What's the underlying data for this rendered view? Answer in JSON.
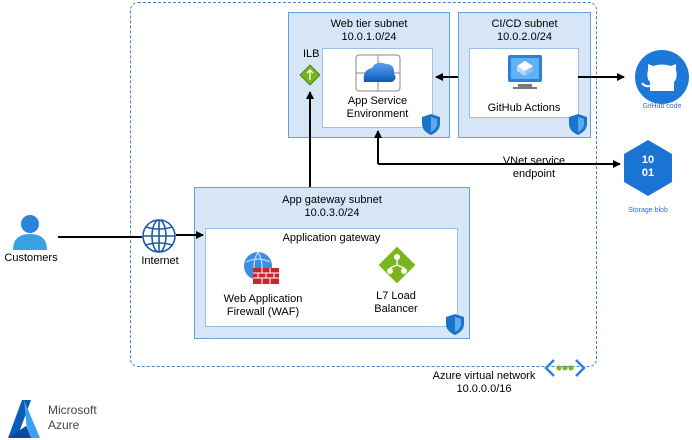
{
  "vnet": {
    "name": "Azure virtual network",
    "cidr": "10.0.0.0/16"
  },
  "web_subnet": {
    "name": "Web tier subnet",
    "cidr": "10.0.1.0/24",
    "ilb": "ILB",
    "ase_line1": "App Service",
    "ase_line2": "Environment"
  },
  "cicd_subnet": {
    "name": "CI/CD subnet",
    "cidr": "10.0.2.0/24",
    "github_actions": "GitHub Actions"
  },
  "appgw_subnet": {
    "name": "App gateway subnet",
    "cidr": "10.0.3.0/24",
    "gateway": "Application gateway",
    "waf_line1": "Web Application",
    "waf_line2": "Firewall (WAF)",
    "lb_line1": "L7 Load",
    "lb_line2": "Balancer"
  },
  "customers": "Customers",
  "internet": "Internet",
  "github_code": "GitHub code",
  "storage_blob": "Storage blob",
  "storage_glyph": {
    "line1": "10",
    "line2": "01"
  },
  "vnet_endpoint": {
    "line1": "VNet service",
    "line2": "endpoint"
  },
  "logo": {
    "line1": "Microsoft",
    "line2": "Azure"
  },
  "colors": {
    "subnet_fill": "#d6e6f6",
    "subnet_border": "#6aa0d8",
    "azure_blue": "#0078d4",
    "shield": "#1a74c8"
  },
  "icons": [
    "user-icon",
    "globe-icon",
    "github-icon",
    "storage-blob-icon",
    "app-service-icon",
    "github-actions-icon",
    "waf-icon",
    "load-balancer-icon",
    "ilb-icon",
    "shield-icon",
    "vnet-icon",
    "azure-logo-icon"
  ]
}
